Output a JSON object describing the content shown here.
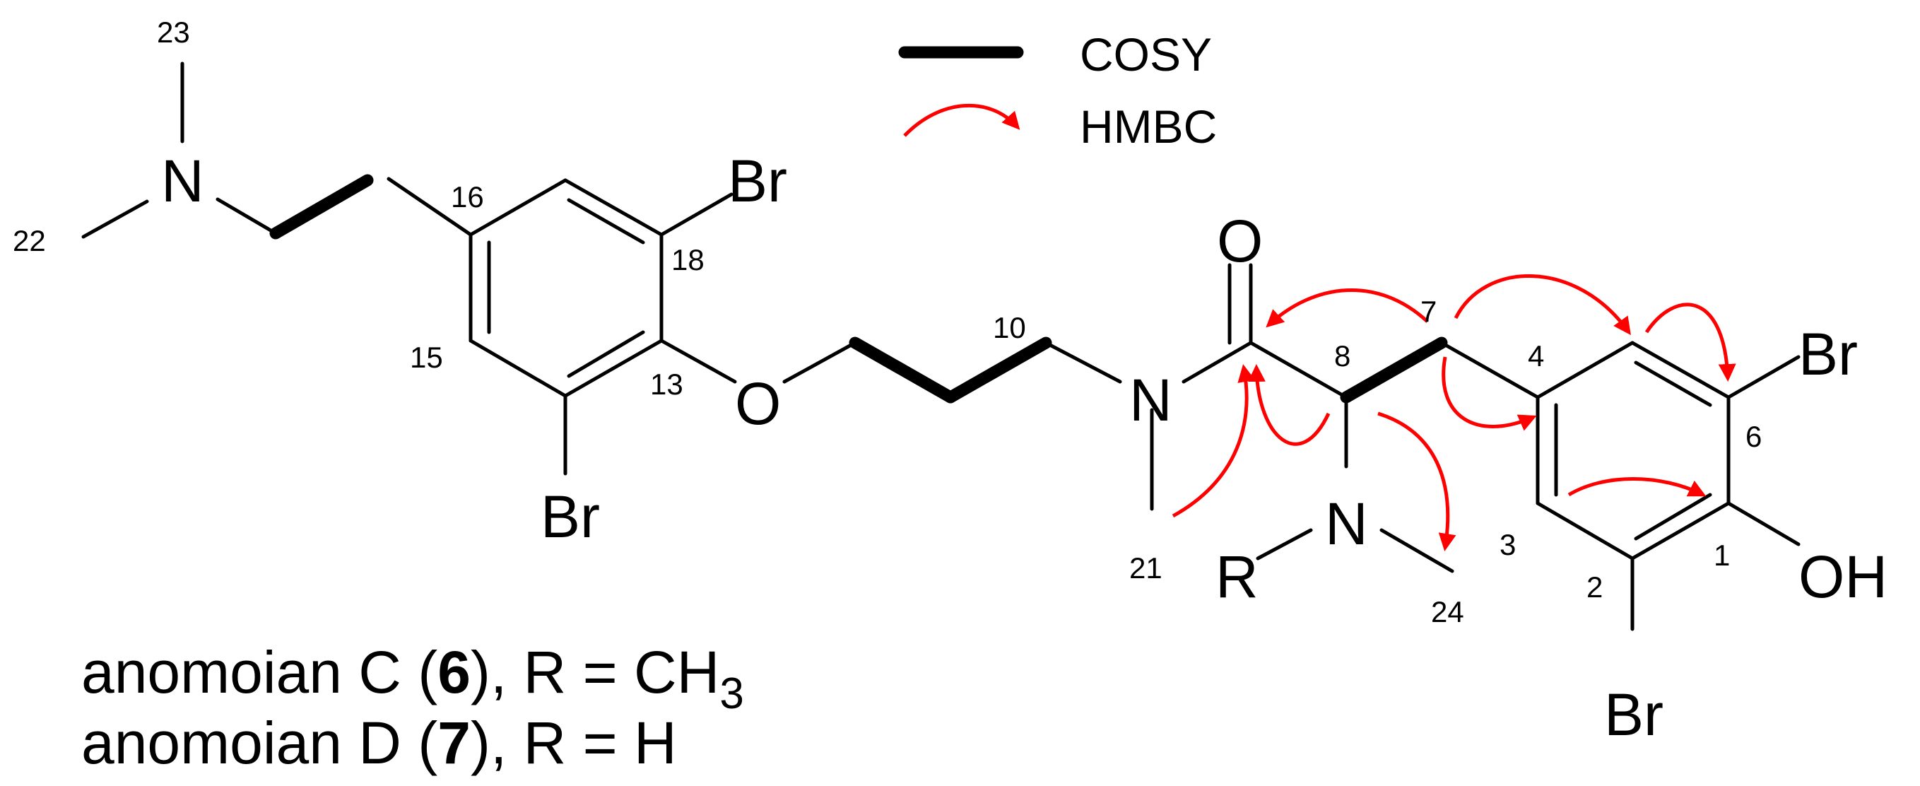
{
  "legend": {
    "cosy_label": "COSY",
    "hmbc_label": "HMBC",
    "hmbc_color": "#ff0000"
  },
  "atoms": {
    "n_dimethyl": "N",
    "br_18": "Br",
    "br_14": "Br",
    "o_ether": "O",
    "n_amide": "N",
    "o_carbonyl": "O",
    "n_amine": "N",
    "r_group": "R",
    "br_6": "Br",
    "br_2": "Br",
    "oh": "OH"
  },
  "numbers": {
    "c23": "23",
    "c22": "22",
    "c16": "16",
    "c18": "18",
    "c15": "15",
    "c13": "13",
    "c10": "10",
    "c21": "21",
    "c8": "8",
    "c7": "7",
    "c4": "4",
    "c3": "3",
    "c24": "24",
    "c2": "2",
    "c1": "1",
    "c6": "6"
  },
  "captions": {
    "c_name": "anomoian C (",
    "c_num": "6",
    "c_rest": "), R = CH",
    "c_sub": "3",
    "d_name": "anomoian D (",
    "d_num": "7",
    "d_rest": "), R = H"
  }
}
